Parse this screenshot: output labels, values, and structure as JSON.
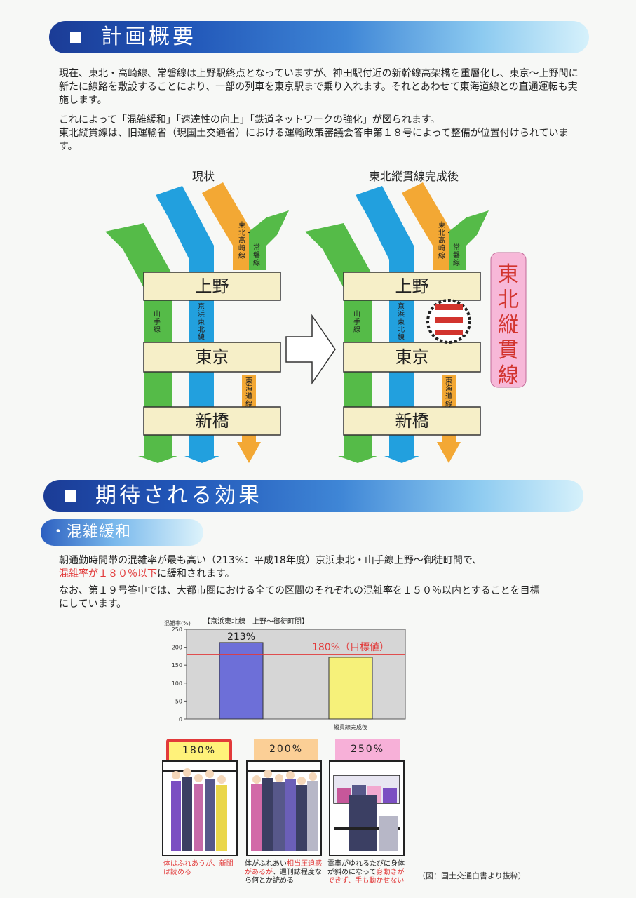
{
  "section1": {
    "title": "計画概要"
  },
  "intro": {
    "p1": "現在、東北・高崎線、常磐線は上野駅終点となっていますが、神田駅付近の新幹線高架橋を重層化し、東京〜上野間に新たに線路を敷設することにより、一部の列車を東京駅まで乗り入れます。それとあわせて東海道線との直通運転も実施します。",
    "p2": "これによって「混雑緩和」「速達性の向上」「鉄道ネットワークの強化」が図られます。",
    "p3": "東北縦貫線は、旧運輸省（現国土交通省）における運輸政策審議会答申第１８号によって整備が位置付けられています。"
  },
  "diagram": {
    "before_title": "現状",
    "after_title": "東北縦貫線完成後",
    "stations": [
      "上野",
      "東京",
      "新橋"
    ],
    "lines": {
      "yamanote": "山手線",
      "keihin": "京浜東北線",
      "tohoku": "東北・高崎線",
      "joban": "常磐線",
      "tokaido": "東海道線"
    },
    "new_line": "東北縦貫線",
    "colors": {
      "yamanote": "#55bb48",
      "keihin": "#22a0de",
      "orange": "#f3a834",
      "station": "#f6efc8",
      "new_line_box": "#f7b8d8",
      "new_line_text": "#d2342e"
    }
  },
  "section2": {
    "title": "期待される効果"
  },
  "subsection": {
    "title": "・混雑緩和"
  },
  "congestion": {
    "line1": "朝通勤時間帯の混雑率が最も高い（213%：平成18年度）京浜東北・山手線上野〜御徒町間で、",
    "line2_red": "混雑率が１８０％以下",
    "line2_rest": "に緩和されます。",
    "p2": "なお、第１９号答申では、大都市圏における全ての区間のそれぞれの混雑率を１５０％以内とすることを目標にしています。"
  },
  "chart_data": {
    "type": "bar",
    "title": "【京浜東北線　上野〜御徒町間】",
    "ylabel": "混雑率(%)",
    "ylim": [
      0,
      250
    ],
    "yticks": [
      0,
      50,
      100,
      150,
      200,
      250
    ],
    "categories": [
      "",
      "縦貫線完成後"
    ],
    "values": [
      213,
      172
    ],
    "value_label": "213%",
    "bar_colors": [
      "#6d6fd8",
      "#f6f17a"
    ],
    "target": {
      "value": 180,
      "label": "180%（目標値）",
      "color": "#e23a3a"
    }
  },
  "illustrations": [
    {
      "badge": "180%",
      "caption": "体はふれあうが、新聞は読める",
      "badge_bg": "#fff27a",
      "badge_border": "#e23a3a"
    },
    {
      "badge": "200%",
      "caption_black": "体がふれあい",
      "caption_red": "相当圧迫感があるが",
      "caption_black2": "、週刊誌程度なら何とか読める",
      "badge_bg": "#fbcf96"
    },
    {
      "badge": "250%",
      "caption_black": "電車がゆれるたびに身体が斜めになって",
      "caption_red": "身動きができず、手も動かせない",
      "badge_bg": "#f7b0d8"
    }
  ],
  "source_note": "（図：国土交通白書より抜粋）"
}
